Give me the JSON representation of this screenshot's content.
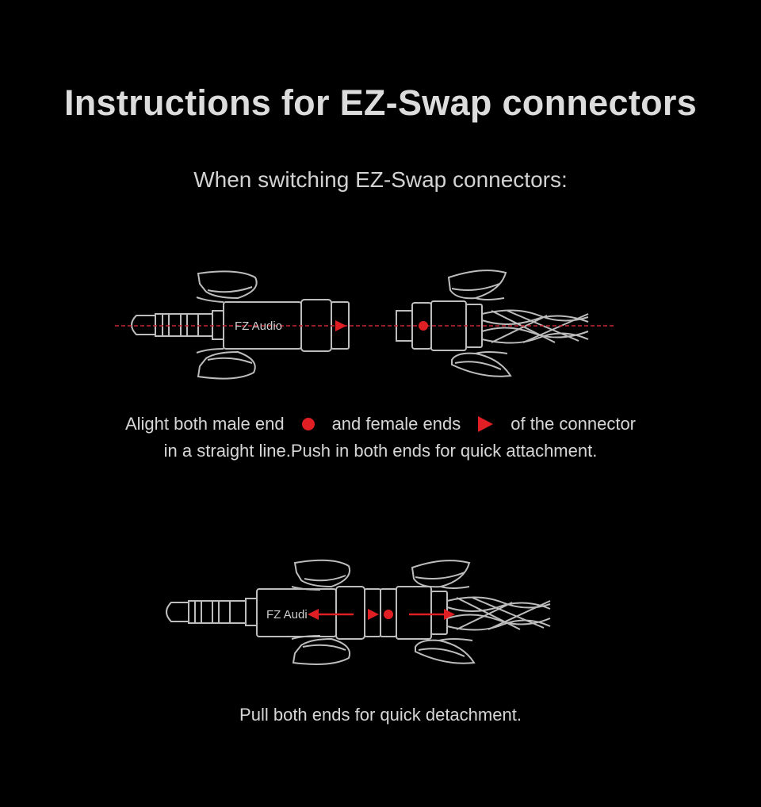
{
  "heading": {
    "title": "Instructions for EZ-Swap connectors",
    "subtitle": "When switching EZ-Swap connectors:"
  },
  "attach": {
    "connector_label": "FZ Audio",
    "caption_part1": "Alight both male end",
    "caption_part2": "and female ends",
    "caption_part3": "of the connector",
    "caption_line2": "in a straight line.Push in both ends for quick attachment.",
    "male_marker_icon": "red-dot",
    "female_marker_icon": "red-triangle"
  },
  "detach": {
    "connector_label": "FZ Audi",
    "caption": "Pull both ends for quick detachment."
  },
  "colors": {
    "accent": "#e01f25",
    "line_art": "#bdbdbd",
    "background": "#000000"
  }
}
